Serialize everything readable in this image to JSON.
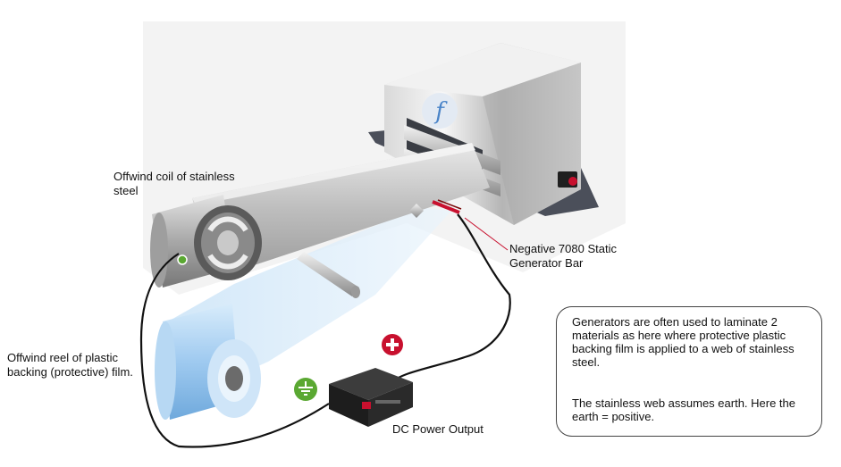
{
  "labels": {
    "offwind_coil": "Offwind coil of stainless\nsteel",
    "offwind_reel": "Offwind reel of plastic\nbacking (protective) film.",
    "generator_bar": "Negative 7080 Static\nGenerator Bar",
    "power_output": "DC Power Output"
  },
  "note": {
    "paragraph_1": "Generators are often used to laminate 2\nmaterials as here where protective plastic\nbacking film is applied to a web of stainless\nsteel.",
    "paragraph_2": "The stainless web assumes earth.  Here the\nearth = positive."
  },
  "machine_logo": "f",
  "colors": {
    "positive_terminal": "#c8102e",
    "earth_terminal": "#5aa832",
    "generator_bar": "#c8102e",
    "film": "#bcdcf5"
  },
  "icons": [
    "plus-icon",
    "earth-icon"
  ]
}
